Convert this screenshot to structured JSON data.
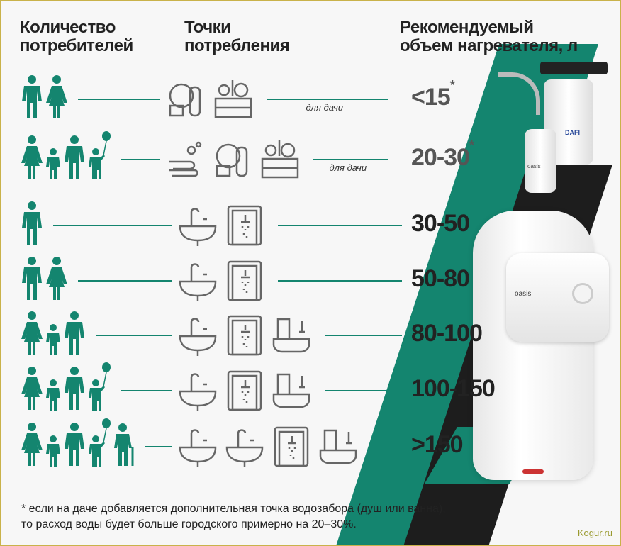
{
  "headers": {
    "consumers": "Количество\nпотребителей",
    "points": "Точки\nпотребления",
    "volume": "Рекомендуемый\nобъем нагревателя, л"
  },
  "colors": {
    "accent": "#14856f",
    "dark": "#1d1d1d",
    "icon": "#666666"
  },
  "rows": [
    {
      "people": [
        "man",
        "woman"
      ],
      "icons": [
        "dishes-icon",
        "vegetables-crate-icon"
      ],
      "note": "для дачи",
      "value": "<15",
      "asterisk": "*",
      "light": true
    },
    {
      "people": [
        "woman",
        "child",
        "man",
        "child-balloon"
      ],
      "icons": [
        "hand-wash-icon",
        "dishes-icon",
        "vegetables-crate-icon"
      ],
      "note": "для дачи",
      "value": "20-30",
      "asterisk": "*",
      "light": true
    },
    {
      "people": [
        "man"
      ],
      "icons": [
        "sink-icon",
        "shower-icon"
      ],
      "note": "",
      "value": "30-50",
      "asterisk": ""
    },
    {
      "people": [
        "man",
        "woman"
      ],
      "icons": [
        "sink-icon",
        "shower-icon"
      ],
      "note": "",
      "value": "50-80",
      "asterisk": ""
    },
    {
      "people": [
        "woman",
        "child",
        "man"
      ],
      "icons": [
        "sink-icon",
        "shower-icon",
        "bathtub-icon"
      ],
      "note": "",
      "value": "80-100",
      "asterisk": ""
    },
    {
      "people": [
        "woman",
        "child",
        "man",
        "child-balloon"
      ],
      "icons": [
        "sink-icon",
        "shower-icon",
        "bathtub-icon"
      ],
      "note": "",
      "value": "100-150",
      "asterisk": ""
    },
    {
      "people": [
        "woman",
        "child",
        "man",
        "child-balloon",
        "elder"
      ],
      "icons": [
        "sink-icon",
        "sink-icon",
        "shower-icon",
        "bathtub-icon"
      ],
      "note": "",
      "value": ">150",
      "asterisk": ""
    }
  ],
  "products": {
    "faucet_brand": "DAFI",
    "faucet_body_brand": "oasis",
    "small_heater_brand": "oasis"
  },
  "footnote": "* если на даче добавляется дополнительная точка водозабора (душ или ванна),\nто расход воды будет больше городского примерно на 20–30%.",
  "site": "Kogur.ru"
}
